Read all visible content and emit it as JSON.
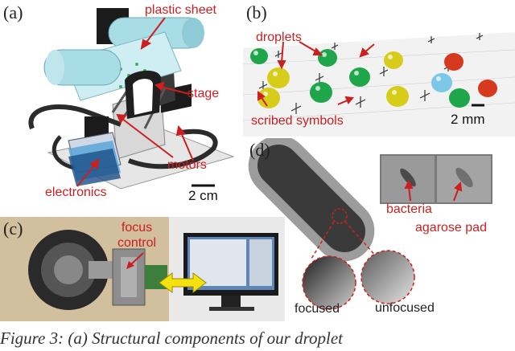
{
  "figure": {
    "caption": "Figure 3: (a) Structural components of our droplet",
    "panels": {
      "a": {
        "label": "(a)",
        "annotations": {
          "plastic_sheet": "plastic sheet",
          "stage": "stage",
          "motors": "motors",
          "electronics": "electronics"
        },
        "scalebar": "2 cm"
      },
      "b": {
        "label": "(b)",
        "annotations": {
          "droplets": "droplets",
          "scribed_symbols": "scribed symbols"
        },
        "scalebar": "2 mm"
      },
      "c": {
        "label": "(c)",
        "annotations": {
          "focus_control": "focus\ncontrol"
        }
      },
      "d": {
        "label": "(d)",
        "annotations": {
          "bacteria": "bacteria",
          "agarose_pad": "agarose pad",
          "focused": "focused",
          "unfocused": "unfocused"
        }
      }
    },
    "colors": {
      "annotation_red": "#cc1f1f",
      "cylinder": "#a9dde6",
      "droplet_yellow": "#d8cc1a",
      "droplet_green": "#1fa64a",
      "droplet_blue": "#7cc6e8",
      "droplet_red": "#d63a1e"
    }
  }
}
